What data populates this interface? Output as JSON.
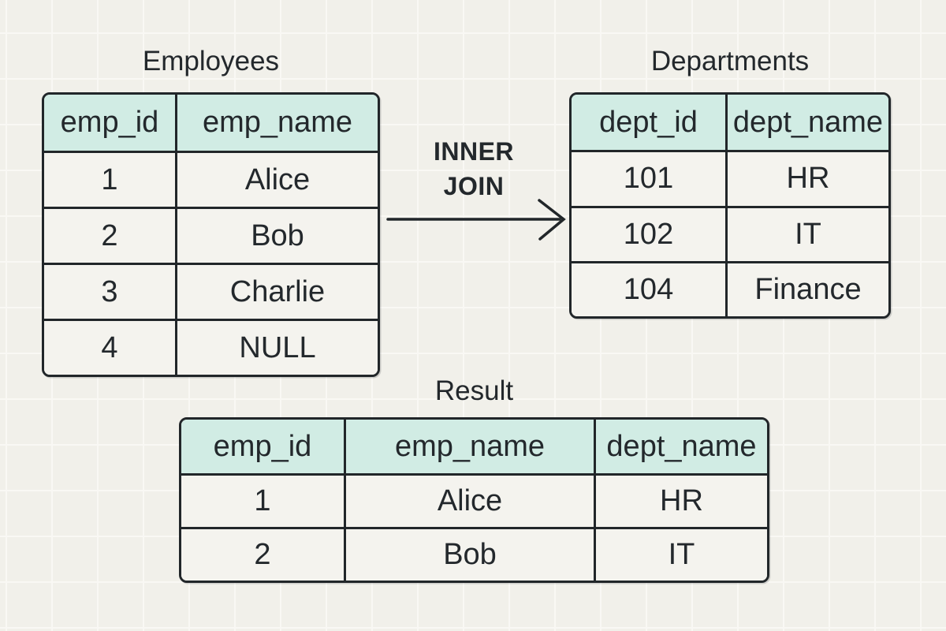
{
  "join": {
    "line1": "INNER",
    "line2": "JOIN"
  },
  "tables": {
    "employees": {
      "title": "Employees",
      "columns": [
        "emp_id",
        "emp_name"
      ],
      "rows": [
        [
          "1",
          "Alice"
        ],
        [
          "2",
          "Bob"
        ],
        [
          "3",
          "Charlie"
        ],
        [
          "4",
          "NULL"
        ]
      ]
    },
    "departments": {
      "title": "Departments",
      "columns": [
        "dept_id",
        "dept_name"
      ],
      "rows": [
        [
          "101",
          "HR"
        ],
        [
          "102",
          "IT"
        ],
        [
          "104",
          "Finance"
        ]
      ]
    },
    "result": {
      "title": "Result",
      "columns": [
        "emp_id",
        "emp_name",
        "dept_name"
      ],
      "rows": [
        [
          "1",
          "Alice",
          "HR"
        ],
        [
          "2",
          "Bob",
          "IT"
        ]
      ]
    }
  },
  "colors": {
    "background": "#f1f0ea",
    "grid_line": "#f9f8f4",
    "header_fill": "#d1ece4",
    "cell_fill": "#f4f3ee",
    "border": "#212629",
    "text": "#23282c"
  }
}
